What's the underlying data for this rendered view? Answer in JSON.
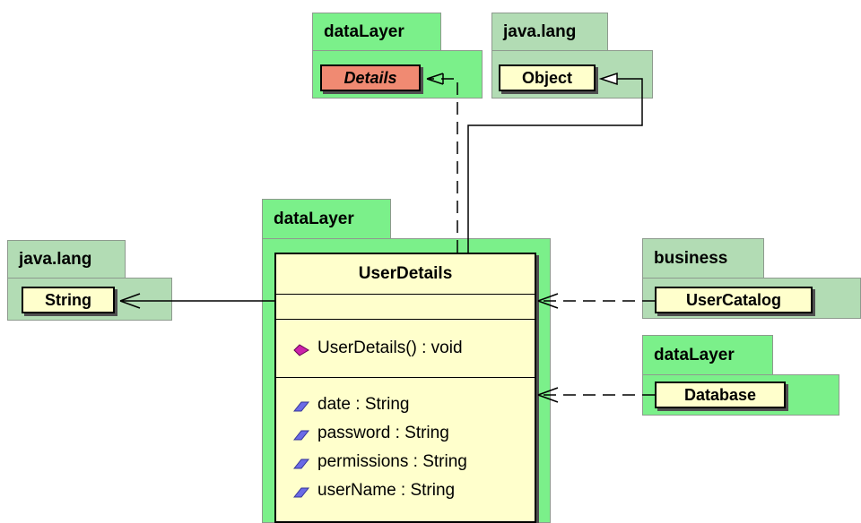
{
  "packages": {
    "top_left": {
      "name": "dataLayer",
      "class": "Details"
    },
    "top_right": {
      "name": "java.lang",
      "class": "Object"
    },
    "left": {
      "name": "java.lang",
      "class": "String"
    },
    "center": {
      "name": "dataLayer"
    },
    "right_top": {
      "name": "business",
      "class": "UserCatalog"
    },
    "right_bottom": {
      "name": "dataLayer",
      "class": "Database"
    }
  },
  "user_details": {
    "name": "UserDetails",
    "operations": [
      "UserDetails() : void"
    ],
    "attributes": [
      "date : String",
      "password : String",
      "permissions : String",
      "userName : String"
    ]
  },
  "colors": {
    "package_light": "#7bf08a",
    "package_dark": "#b2dcb4",
    "class_fill": "#ffffcc",
    "abstract_fill": "#f08a72",
    "operation_icon": "#cc22aa",
    "attribute_icon": "#6a6ae6"
  }
}
